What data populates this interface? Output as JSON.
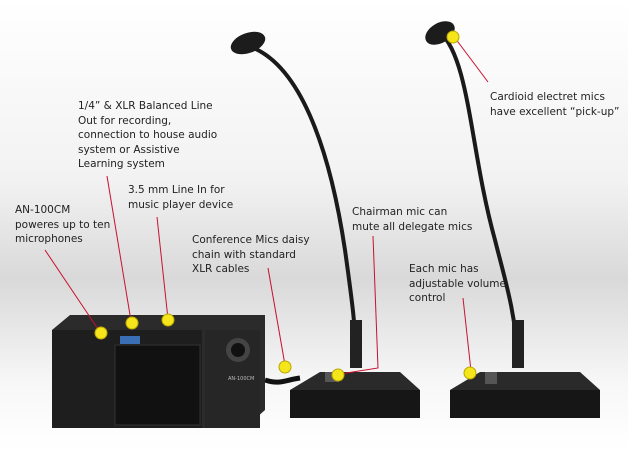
{
  "callouts": {
    "power": "AN-100CM\npoweres up to ten\nmicrophones",
    "line_out": "1/4”  & XLR Balanced Line\nOut for recording,\nconnection to house audio\nsystem or Assistive\nLearning system",
    "line_in": "3.5 mm Line In for\nmusic player device",
    "daisy_chain": "Conference Mics daisy\nchain with standard\nXLR cables",
    "chairman": "Chairman mic can\nmute all delegate mics",
    "volume": "Each mic has\nadjustable volume\ncontrol",
    "cardioid": "Cardioid electret mics\nhave excellent “pick-up”"
  },
  "device_label": "AN-100CM",
  "colors": {
    "callout_line": "#c8102e",
    "callout_dot": "#f5e51b"
  }
}
